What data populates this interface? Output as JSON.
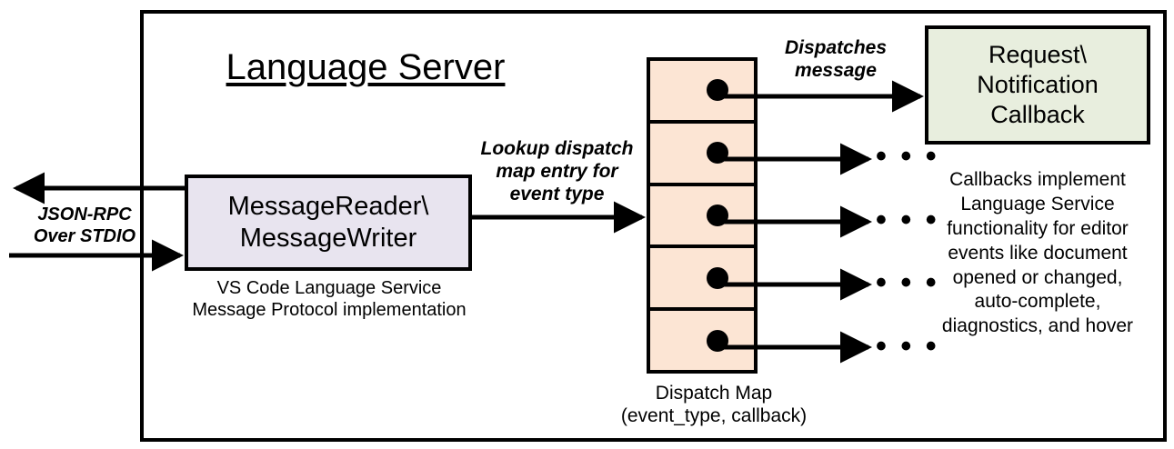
{
  "diagram": {
    "title": "Language Server",
    "frame_border_color": "#000000"
  },
  "left_channel": {
    "label": "JSON-RPC\nOver STDIO",
    "outbound_arrow_name": "arrow-out-to-client",
    "inbound_arrow_name": "arrow-in-from-client"
  },
  "message_io": {
    "box_label": "MessageReader\\\nMessageWriter",
    "box_fill": "#e8e4ef",
    "caption": "VS Code Language Service\nMessage Protocol implementation"
  },
  "lookup_edge": {
    "label": "Lookup dispatch\nmap entry for\nevent type"
  },
  "dispatch_map": {
    "caption": "Dispatch Map\n(event_type, callback)",
    "cell_fill": "#fce5d4",
    "rows": [
      {
        "index": 1,
        "dot": "entry-dot"
      },
      {
        "index": 2,
        "dot": "entry-dot"
      },
      {
        "index": 3,
        "dot": "entry-dot"
      },
      {
        "index": 4,
        "dot": "entry-dot"
      },
      {
        "index": 5,
        "dot": "entry-dot"
      }
    ]
  },
  "dispatch_edge": {
    "label": "Dispatches\nmessage"
  },
  "callback": {
    "box_label": "Request\\\nNotification\nCallback",
    "box_fill": "#e8eede",
    "caption": "Callbacks implement\nLanguage Service\nfunctionality for editor\nevents like document\nopened or changed,\nauto-complete,\ndiagnostics, and hover"
  },
  "ellipses": [
    {
      "index": 1,
      "text": "• • •"
    },
    {
      "index": 2,
      "text": "• • •"
    },
    {
      "index": 3,
      "text": "• • •"
    },
    {
      "index": 4,
      "text": "• • •"
    }
  ]
}
